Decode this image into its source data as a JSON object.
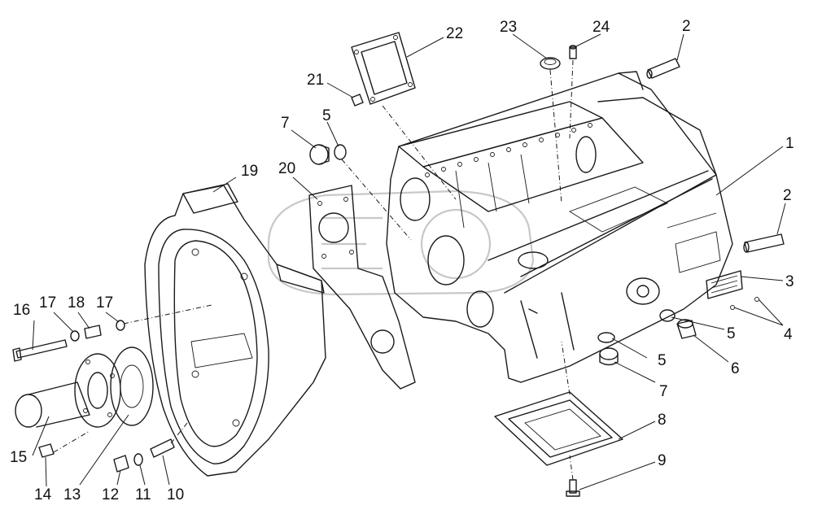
{
  "diagram": {
    "callouts": [
      {
        "id": "c1",
        "label": "1"
      },
      {
        "id": "c2a",
        "label": "2"
      },
      {
        "id": "c2b",
        "label": "2"
      },
      {
        "id": "c3",
        "label": "3"
      },
      {
        "id": "c4",
        "label": "4"
      },
      {
        "id": "c5a",
        "label": "5"
      },
      {
        "id": "c5b",
        "label": "5"
      },
      {
        "id": "c5c",
        "label": "5"
      },
      {
        "id": "c6",
        "label": "6"
      },
      {
        "id": "c7a",
        "label": "7"
      },
      {
        "id": "c7b",
        "label": "7"
      },
      {
        "id": "c8",
        "label": "8"
      },
      {
        "id": "c9",
        "label": "9"
      },
      {
        "id": "c10",
        "label": "10"
      },
      {
        "id": "c11",
        "label": "11"
      },
      {
        "id": "c12",
        "label": "12"
      },
      {
        "id": "c13",
        "label": "13"
      },
      {
        "id": "c14",
        "label": "14"
      },
      {
        "id": "c15",
        "label": "15"
      },
      {
        "id": "c16",
        "label": "16"
      },
      {
        "id": "c17a",
        "label": "17"
      },
      {
        "id": "c17b",
        "label": "17"
      },
      {
        "id": "c18",
        "label": "18"
      },
      {
        "id": "c19",
        "label": "19"
      },
      {
        "id": "c20",
        "label": "20"
      },
      {
        "id": "c21",
        "label": "21"
      },
      {
        "id": "c22",
        "label": "22"
      },
      {
        "id": "c23",
        "label": "23"
      },
      {
        "id": "c24",
        "label": "24"
      }
    ]
  }
}
